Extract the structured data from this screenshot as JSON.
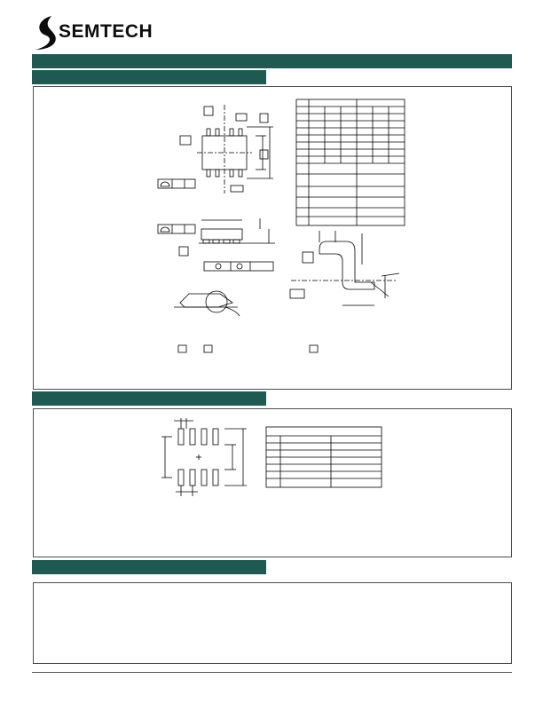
{
  "brand": {
    "name": "SEMTECH",
    "accent": "#1e5a52"
  },
  "sections": [
    {
      "id": "package-outline",
      "title": ""
    },
    {
      "id": "land-pattern",
      "title": ""
    },
    {
      "id": "notes",
      "title": ""
    }
  ]
}
